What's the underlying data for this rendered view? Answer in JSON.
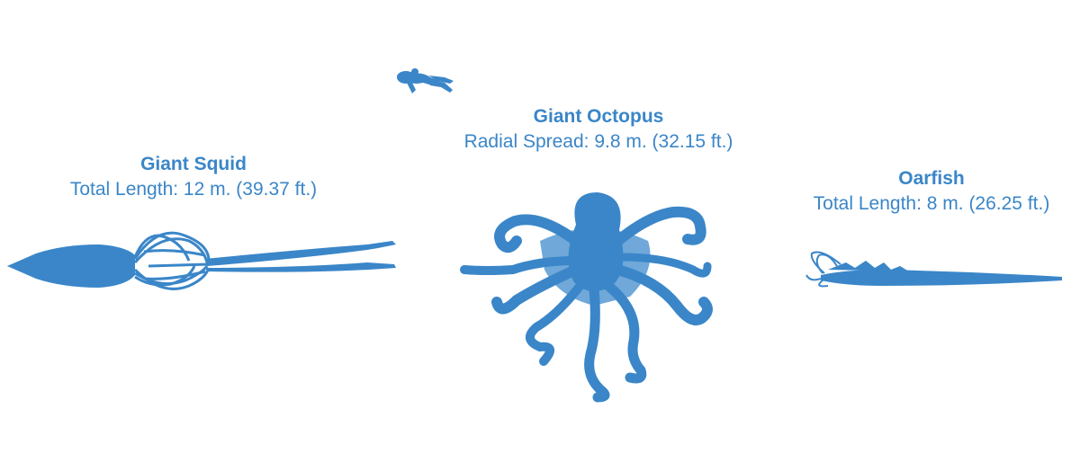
{
  "colors": {
    "silhouette": "#3a86c8",
    "silhouette_light": "#6fa8d9",
    "text": "#3a86c8"
  },
  "creatures": {
    "squid": {
      "name": "Giant Squid",
      "measure": "Total Length: 12 m. (39.37 ft.)",
      "icon": "giant-squid-silhouette"
    },
    "octopus": {
      "name": "Giant Octopus",
      "measure": "Radial Spread: 9.8 m. (32.15 ft.)",
      "icon": "giant-octopus-silhouette"
    },
    "oarfish": {
      "name": "Oarfish",
      "measure": "Total Length: 8 m. (26.25 ft.)",
      "icon": "oarfish-silhouette"
    },
    "diver": {
      "icon": "scuba-diver-silhouette"
    }
  }
}
